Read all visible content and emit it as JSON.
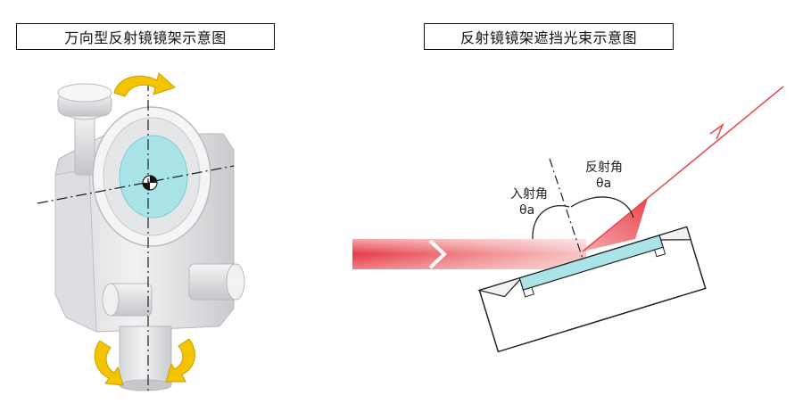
{
  "left_panel": {
    "title": "万向型反射镜镜架示意图"
  },
  "right_panel": {
    "title": "反射镜镜架遮挡光束示意图",
    "incident_label": "入射角",
    "incident_symbol": "θa",
    "reflect_label": "反射角",
    "reflect_symbol": "θa"
  },
  "colors": {
    "arrow_yellow": "#f5c400",
    "mirror_cyan": "#a8e4e8",
    "beam_red": "#e8454a",
    "body_gray": "#e6e7e9",
    "frame_stroke": "#222222"
  }
}
